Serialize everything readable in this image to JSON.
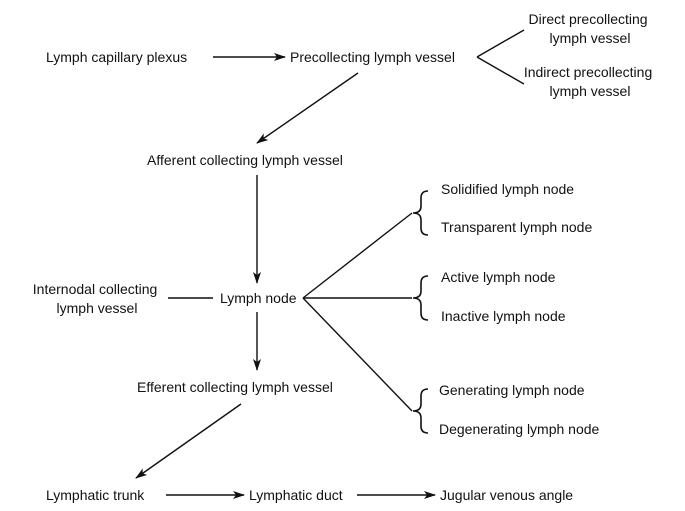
{
  "nodes": {
    "lymph_capillary_plexus": "Lymph capillary plexus",
    "precollecting_lymph_vessel": "Precollecting lymph vessel",
    "direct_precollecting": [
      "Direct precollecting",
      "lymph vessel"
    ],
    "indirect_precollecting": [
      "Indirect precollecting",
      "lymph vessel"
    ],
    "afferent_collecting": "Afferent collecting lymph vessel",
    "lymph_node": "Lymph node",
    "internodal_collecting": [
      "Internodal collecting",
      "lymph vessel"
    ],
    "efferent_collecting": "Efferent collecting lymph vessel",
    "solidified": "Solidified lymph node",
    "transparent": "Transparent lymph node",
    "active": "Active lymph node",
    "inactive": "Inactive lymph node",
    "generating": "Generating lymph node",
    "degenerating": "Degenerating lymph node",
    "lymphatic_trunk": "Lymphatic trunk",
    "lymphatic_duct": "Lymphatic duct",
    "jugular_venous_angle": "Jugular venous angle"
  },
  "colors": {
    "ink": "#111111",
    "background": "#ffffff"
  }
}
